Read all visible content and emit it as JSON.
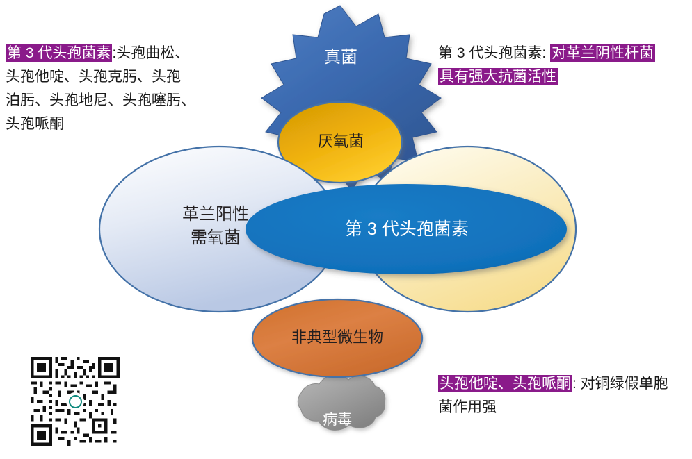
{
  "shapes": {
    "fungi": {
      "label": "真菌",
      "icon": "starburst-shape",
      "fill": "#3B6AB0",
      "text_color": "#ffffff"
    },
    "anaerobe": {
      "label": "厌氧菌",
      "icon": "ellipse-shape",
      "fill": "#F2B705",
      "text_color": "#231f20"
    },
    "gram_positive_aerobe": {
      "label": "革兰阳性\n需氧菌",
      "icon": "ellipse-shape",
      "fill": "#DCE4F2",
      "text_color": "#231f20"
    },
    "center": {
      "label": "第 3 代头孢菌素",
      "icon": "ellipse-shape",
      "fill": "#1171BC",
      "text_color": "#ffffff"
    },
    "atypical": {
      "label": "非典型微生物",
      "icon": "ellipse-shape",
      "fill": "#D9773A",
      "text_color": "#231f20"
    },
    "virus": {
      "label": "病毒",
      "icon": "cloud-shape",
      "fill": "#9E9E9E",
      "text_color": "#ffffff"
    },
    "gram_negative": {
      "icon": "ellipse-shape",
      "fill": "#FBE9B0"
    }
  },
  "notes": {
    "left": {
      "highlight": "第 3 代头孢菌素",
      "lines": [
        ":头孢曲松、",
        "头孢他啶、头孢克肟、头孢",
        "泊肟、头孢地尼、头孢噻肟、",
        "头孢哌酮"
      ]
    },
    "right": {
      "prefix": "第 3 代头孢菌素: ",
      "highlight_line1": "对革兰阴性杆菌",
      "highlight_line2": "具有强大抗菌活性"
    },
    "bottom": {
      "highlight": "头孢他啶、头孢哌酮",
      "line1_rest": ": 对铜绿假单胞",
      "line2": "菌作用强"
    }
  },
  "qr": {
    "name": "qr-code",
    "logo": "circular-badge-logo"
  },
  "colors": {
    "highlight_purple": "#8A1A8A",
    "outline_blue": "#4472A8",
    "center_blue": "#1171BC",
    "star_blue": "#3B6AB0",
    "gold": "#F2B705",
    "orange": "#D9773A",
    "pale_yellow": "#FBE9B0",
    "pale_blue": "#DCE4F2",
    "gray": "#9E9E9E"
  }
}
